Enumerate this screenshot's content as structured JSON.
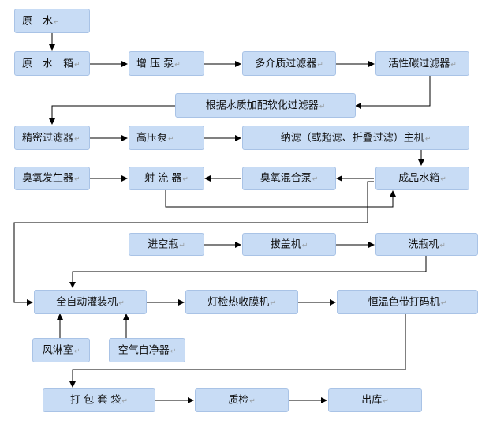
{
  "nodes": {
    "raw_water": "原　水",
    "raw_tank": "原　水　箱",
    "booster_pump": "增 压 泵",
    "multimedia_filter": "多介质过滤器",
    "carbon_filter": "活性碳过滤器",
    "softener": "根据水质加配软化过滤器",
    "precision_filter": "精密过滤器",
    "hp_pump": "高压泵",
    "nanofilter": "纳滤（或超滤、折叠过滤）主机",
    "ozone_gen": "臭氧发生器",
    "ejector": "射 流 器",
    "ozone_pump": "臭氧混合泵",
    "product_tank": "成品水箱",
    "bottle_in": "进空瓶",
    "decapper": "拔盖机",
    "washer": "洗瓶机",
    "filler": "全自动灌装机",
    "shrink": "灯检热收膜机",
    "coder": "恒温色带打码机",
    "air_shower": "风淋室",
    "air_purifier": "空气自净器",
    "bagging": "打 包 套 袋",
    "inspection": "质检",
    "warehouse": "出库"
  },
  "paragraph_mark": "↵"
}
